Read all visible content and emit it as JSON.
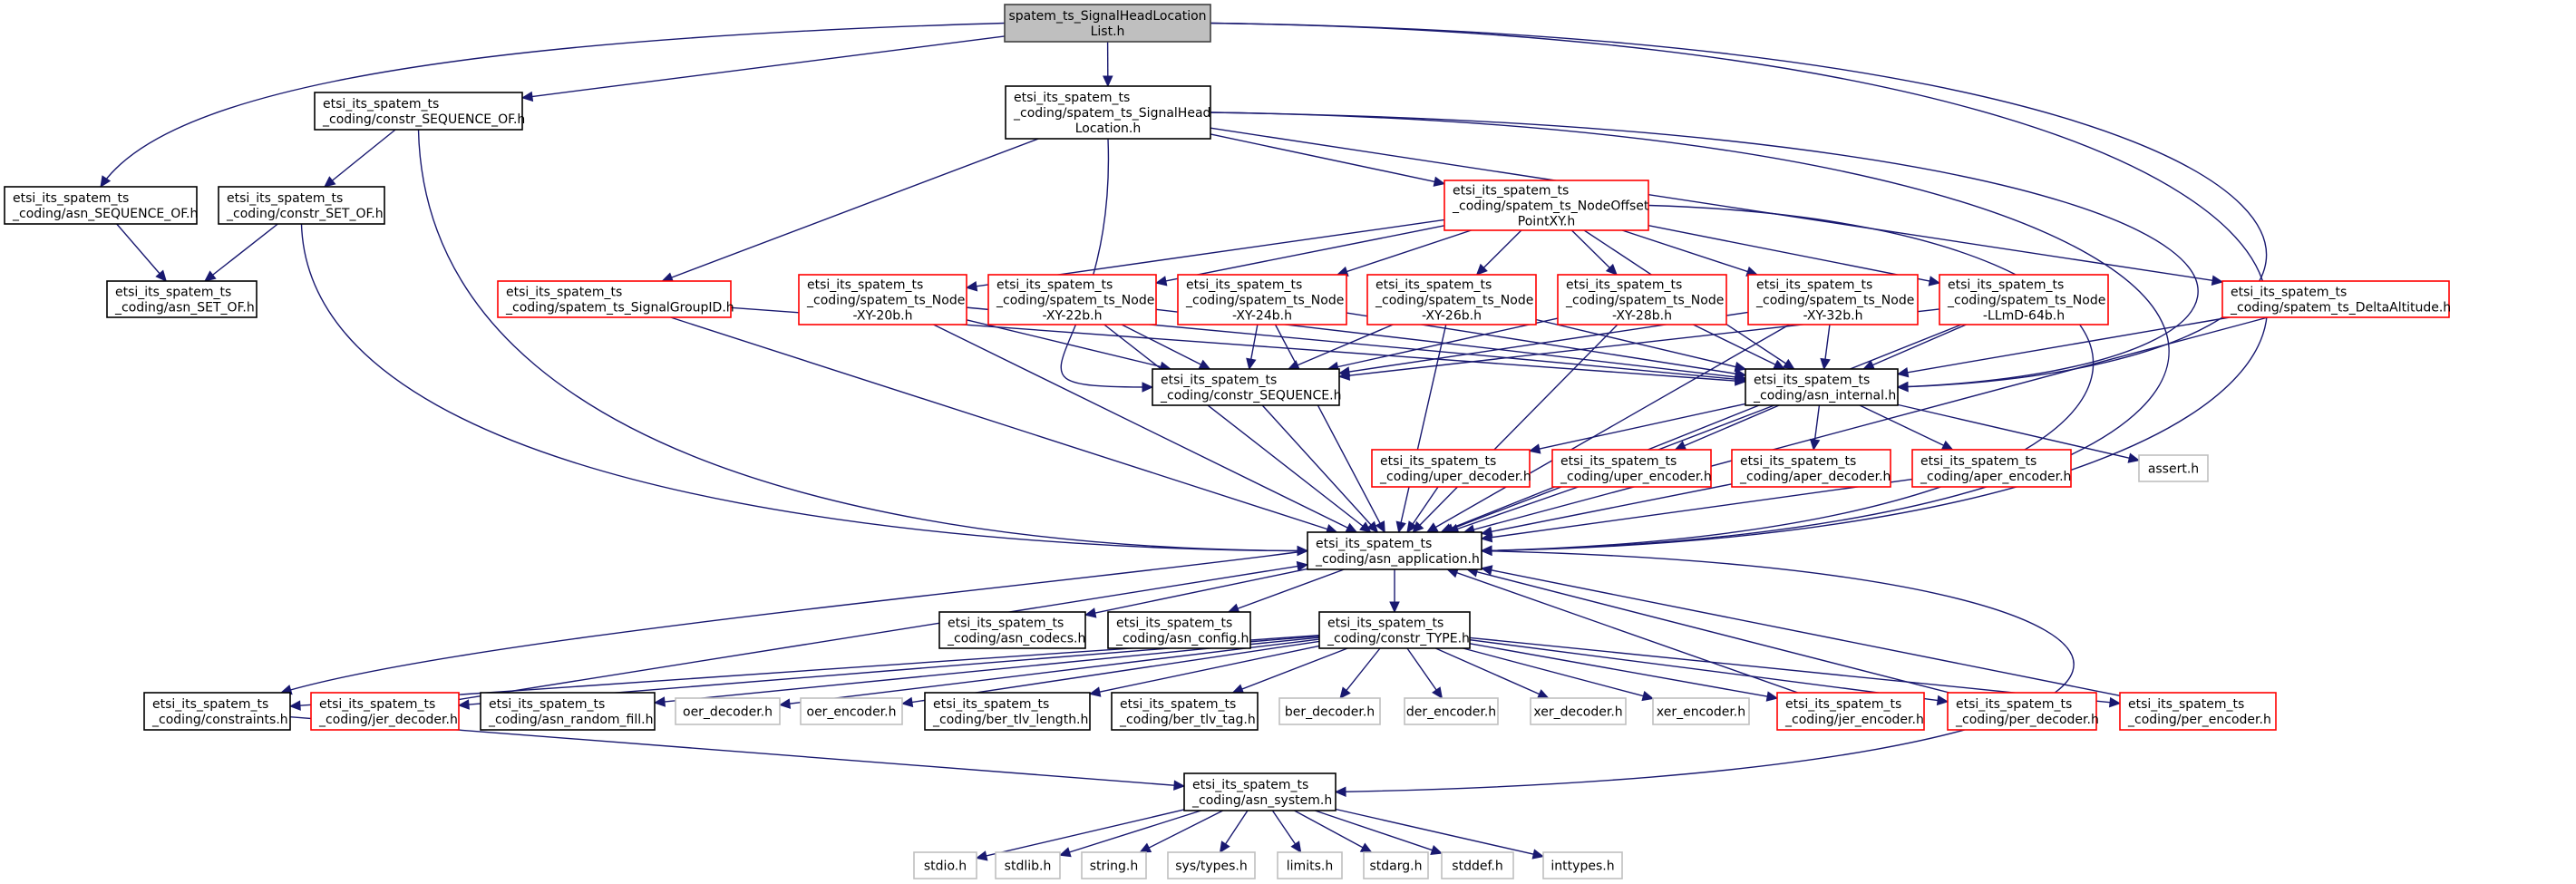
{
  "title": "spatem_ts_SignalHeadLocationList.h include dependency graph",
  "colors": {
    "edge": "#191970",
    "root_fill": "#bfbfbf",
    "documented_border": "#000000",
    "undocumented_border": "#ff0000",
    "external_border": "#bfbfbf"
  },
  "nodes": [
    {
      "id": "root",
      "kind": "root",
      "lines": [
        "spatem_ts_SignalHeadLocation",
        "List.h"
      ],
      "align": "center"
    },
    {
      "id": "signal_head_location",
      "kind": "normal",
      "lines": [
        "etsi_its_spatem_ts",
        "_coding/spatem_ts_SignalHead",
        "Location.h"
      ],
      "align": "mixed"
    },
    {
      "id": "constr_sequence_of",
      "kind": "normal",
      "lines": [
        "etsi_its_spatem_ts",
        "_coding/constr_SEQUENCE_OF.h"
      ]
    },
    {
      "id": "asn_sequence_of",
      "kind": "normal",
      "lines": [
        "etsi_its_spatem_ts",
        "_coding/asn_SEQUENCE_OF.h"
      ]
    },
    {
      "id": "constr_set_of",
      "kind": "normal",
      "lines": [
        "etsi_its_spatem_ts",
        "_coding/constr_SET_OF.h"
      ]
    },
    {
      "id": "asn_set_of",
      "kind": "normal",
      "lines": [
        "etsi_its_spatem_ts",
        "_coding/asn_SET_OF.h"
      ]
    },
    {
      "id": "node_offset_point_xy",
      "kind": "red",
      "lines": [
        "etsi_its_spatem_ts",
        "_coding/spatem_ts_NodeOffset",
        "PointXY.h"
      ],
      "align": "mixed"
    },
    {
      "id": "signal_group_id",
      "kind": "red",
      "lines": [
        "etsi_its_spatem_ts",
        "_coding/spatem_ts_SignalGroupID.h"
      ]
    },
    {
      "id": "node_xy_20b",
      "kind": "red",
      "lines": [
        "etsi_its_spatem_ts",
        "_coding/spatem_ts_Node",
        "-XY-20b.h"
      ],
      "align": "mixed"
    },
    {
      "id": "node_xy_22b",
      "kind": "red",
      "lines": [
        "etsi_its_spatem_ts",
        "_coding/spatem_ts_Node",
        "-XY-22b.h"
      ],
      "align": "mixed"
    },
    {
      "id": "node_xy_24b",
      "kind": "red",
      "lines": [
        "etsi_its_spatem_ts",
        "_coding/spatem_ts_Node",
        "-XY-24b.h"
      ],
      "align": "mixed"
    },
    {
      "id": "node_xy_26b",
      "kind": "red",
      "lines": [
        "etsi_its_spatem_ts",
        "_coding/spatem_ts_Node",
        "-XY-26b.h"
      ],
      "align": "mixed"
    },
    {
      "id": "node_xy_28b",
      "kind": "red",
      "lines": [
        "etsi_its_spatem_ts",
        "_coding/spatem_ts_Node",
        "-XY-28b.h"
      ],
      "align": "mixed"
    },
    {
      "id": "node_xy_32b",
      "kind": "red",
      "lines": [
        "etsi_its_spatem_ts",
        "_coding/spatem_ts_Node",
        "-XY-32b.h"
      ],
      "align": "mixed"
    },
    {
      "id": "node_llmd_64b",
      "kind": "red",
      "lines": [
        "etsi_its_spatem_ts",
        "_coding/spatem_ts_Node",
        "-LLmD-64b.h"
      ],
      "align": "mixed"
    },
    {
      "id": "delta_altitude",
      "kind": "red",
      "lines": [
        "etsi_its_spatem_ts",
        "_coding/spatem_ts_DeltaAltitude.h"
      ]
    },
    {
      "id": "constr_sequence",
      "kind": "normal",
      "lines": [
        "etsi_its_spatem_ts",
        "_coding/constr_SEQUENCE.h"
      ]
    },
    {
      "id": "asn_internal",
      "kind": "normal",
      "lines": [
        "etsi_its_spatem_ts",
        "_coding/asn_internal.h"
      ]
    },
    {
      "id": "uper_decoder",
      "kind": "red",
      "lines": [
        "etsi_its_spatem_ts",
        "_coding/uper_decoder.h"
      ]
    },
    {
      "id": "uper_encoder",
      "kind": "red",
      "lines": [
        "etsi_its_spatem_ts",
        "_coding/uper_encoder.h"
      ]
    },
    {
      "id": "aper_decoder",
      "kind": "red",
      "lines": [
        "etsi_its_spatem_ts",
        "_coding/aper_decoder.h"
      ]
    },
    {
      "id": "aper_encoder",
      "kind": "red",
      "lines": [
        "etsi_its_spatem_ts",
        "_coding/aper_encoder.h"
      ]
    },
    {
      "id": "assert_h",
      "kind": "gray",
      "lines": [
        "assert.h"
      ],
      "align": "center"
    },
    {
      "id": "asn_application",
      "kind": "normal",
      "lines": [
        "etsi_its_spatem_ts",
        "_coding/asn_application.h"
      ]
    },
    {
      "id": "asn_codecs",
      "kind": "normal",
      "lines": [
        "etsi_its_spatem_ts",
        "_coding/asn_codecs.h"
      ]
    },
    {
      "id": "asn_config",
      "kind": "normal",
      "lines": [
        "etsi_its_spatem_ts",
        "_coding/asn_config.h"
      ]
    },
    {
      "id": "constr_type",
      "kind": "normal",
      "lines": [
        "etsi_its_spatem_ts",
        "_coding/constr_TYPE.h"
      ]
    },
    {
      "id": "constraints",
      "kind": "normal",
      "lines": [
        "etsi_its_spatem_ts",
        "_coding/constraints.h"
      ]
    },
    {
      "id": "jer_decoder",
      "kind": "red",
      "lines": [
        "etsi_its_spatem_ts",
        "_coding/jer_decoder.h"
      ]
    },
    {
      "id": "asn_random_fill",
      "kind": "normal",
      "lines": [
        "etsi_its_spatem_ts",
        "_coding/asn_random_fill.h"
      ]
    },
    {
      "id": "oer_decoder",
      "kind": "gray",
      "lines": [
        "oer_decoder.h"
      ],
      "align": "center"
    },
    {
      "id": "oer_encoder",
      "kind": "gray",
      "lines": [
        "oer_encoder.h"
      ],
      "align": "center"
    },
    {
      "id": "ber_tlv_length",
      "kind": "normal",
      "lines": [
        "etsi_its_spatem_ts",
        "_coding/ber_tlv_length.h"
      ]
    },
    {
      "id": "ber_tlv_tag",
      "kind": "normal",
      "lines": [
        "etsi_its_spatem_ts",
        "_coding/ber_tlv_tag.h"
      ]
    },
    {
      "id": "ber_decoder",
      "kind": "gray",
      "lines": [
        "ber_decoder.h"
      ],
      "align": "center"
    },
    {
      "id": "der_encoder",
      "kind": "gray",
      "lines": [
        "der_encoder.h"
      ],
      "align": "center"
    },
    {
      "id": "xer_decoder",
      "kind": "gray",
      "lines": [
        "xer_decoder.h"
      ],
      "align": "center"
    },
    {
      "id": "xer_encoder",
      "kind": "gray",
      "lines": [
        "xer_encoder.h"
      ],
      "align": "center"
    },
    {
      "id": "jer_encoder",
      "kind": "red",
      "lines": [
        "etsi_its_spatem_ts",
        "_coding/jer_encoder.h"
      ]
    },
    {
      "id": "per_decoder",
      "kind": "red",
      "lines": [
        "etsi_its_spatem_ts",
        "_coding/per_decoder.h"
      ]
    },
    {
      "id": "per_encoder",
      "kind": "red",
      "lines": [
        "etsi_its_spatem_ts",
        "_coding/per_encoder.h"
      ]
    },
    {
      "id": "asn_system",
      "kind": "normal",
      "lines": [
        "etsi_its_spatem_ts",
        "_coding/asn_system.h"
      ]
    },
    {
      "id": "stdio_h",
      "kind": "gray",
      "lines": [
        "stdio.h"
      ],
      "align": "center"
    },
    {
      "id": "stdlib_h",
      "kind": "gray",
      "lines": [
        "stdlib.h"
      ],
      "align": "center"
    },
    {
      "id": "string_h",
      "kind": "gray",
      "lines": [
        "string.h"
      ],
      "align": "center"
    },
    {
      "id": "sys_types_h",
      "kind": "gray",
      "lines": [
        "sys/types.h"
      ],
      "align": "center"
    },
    {
      "id": "limits_h",
      "kind": "gray",
      "lines": [
        "limits.h"
      ],
      "align": "center"
    },
    {
      "id": "stdarg_h",
      "kind": "gray",
      "lines": [
        "stdarg.h"
      ],
      "align": "center"
    },
    {
      "id": "stddef_h",
      "kind": "gray",
      "lines": [
        "stddef.h"
      ],
      "align": "center"
    },
    {
      "id": "inttypes_h",
      "kind": "gray",
      "lines": [
        "inttypes.h"
      ],
      "align": "center"
    }
  ],
  "edges": [
    [
      "root",
      "signal_head_location"
    ],
    [
      "root",
      "constr_sequence_of"
    ],
    [
      "root",
      "asn_sequence_of"
    ],
    [
      "root",
      "asn_internal"
    ],
    [
      "root",
      "asn_application"
    ],
    [
      "constr_sequence_of",
      "constr_set_of"
    ],
    [
      "constr_sequence_of",
      "asn_application"
    ],
    [
      "asn_sequence_of",
      "asn_set_of"
    ],
    [
      "constr_set_of",
      "asn_set_of"
    ],
    [
      "constr_set_of",
      "asn_application"
    ],
    [
      "signal_head_location",
      "node_offset_point_xy"
    ],
    [
      "signal_head_location",
      "signal_group_id"
    ],
    [
      "signal_head_location",
      "delta_altitude"
    ],
    [
      "signal_head_location",
      "constr_sequence"
    ],
    [
      "signal_head_location",
      "asn_internal"
    ],
    [
      "signal_head_location",
      "asn_application"
    ],
    [
      "node_offset_point_xy",
      "node_xy_20b"
    ],
    [
      "node_offset_point_xy",
      "node_xy_22b"
    ],
    [
      "node_offset_point_xy",
      "node_xy_24b"
    ],
    [
      "node_offset_point_xy",
      "node_xy_26b"
    ],
    [
      "node_offset_point_xy",
      "node_xy_28b"
    ],
    [
      "node_offset_point_xy",
      "node_xy_32b"
    ],
    [
      "node_offset_point_xy",
      "node_llmd_64b"
    ],
    [
      "node_offset_point_xy",
      "asn_internal"
    ],
    [
      "node_offset_point_xy",
      "asn_application"
    ],
    [
      "signal_group_id",
      "asn_internal"
    ],
    [
      "signal_group_id",
      "asn_application"
    ],
    [
      "node_xy_20b",
      "constr_sequence"
    ],
    [
      "node_xy_20b",
      "asn_internal"
    ],
    [
      "node_xy_20b",
      "asn_application"
    ],
    [
      "node_xy_22b",
      "constr_sequence"
    ],
    [
      "node_xy_22b",
      "asn_internal"
    ],
    [
      "node_xy_22b",
      "asn_application"
    ],
    [
      "node_xy_24b",
      "constr_sequence"
    ],
    [
      "node_xy_24b",
      "asn_internal"
    ],
    [
      "node_xy_24b",
      "asn_application"
    ],
    [
      "node_xy_26b",
      "constr_sequence"
    ],
    [
      "node_xy_26b",
      "asn_internal"
    ],
    [
      "node_xy_26b",
      "asn_application"
    ],
    [
      "node_xy_28b",
      "constr_sequence"
    ],
    [
      "node_xy_28b",
      "asn_internal"
    ],
    [
      "node_xy_28b",
      "asn_application"
    ],
    [
      "node_xy_32b",
      "constr_sequence"
    ],
    [
      "node_xy_32b",
      "asn_internal"
    ],
    [
      "node_xy_32b",
      "asn_application"
    ],
    [
      "node_llmd_64b",
      "constr_sequence"
    ],
    [
      "node_llmd_64b",
      "asn_internal"
    ],
    [
      "node_llmd_64b",
      "asn_application"
    ],
    [
      "delta_altitude",
      "asn_internal"
    ],
    [
      "delta_altitude",
      "asn_application"
    ],
    [
      "constr_sequence",
      "asn_application"
    ],
    [
      "asn_internal",
      "uper_decoder"
    ],
    [
      "asn_internal",
      "uper_encoder"
    ],
    [
      "asn_internal",
      "aper_decoder"
    ],
    [
      "asn_internal",
      "aper_encoder"
    ],
    [
      "asn_internal",
      "assert_h"
    ],
    [
      "asn_internal",
      "asn_application"
    ],
    [
      "uper_decoder",
      "asn_application"
    ],
    [
      "uper_encoder",
      "asn_application"
    ],
    [
      "aper_decoder",
      "asn_application"
    ],
    [
      "aper_encoder",
      "asn_application"
    ],
    [
      "asn_application",
      "asn_codecs"
    ],
    [
      "asn_application",
      "asn_config"
    ],
    [
      "asn_application",
      "constr_type"
    ],
    [
      "asn_application",
      "constraints"
    ],
    [
      "asn_application",
      "asn_system"
    ],
    [
      "constr_type",
      "constraints"
    ],
    [
      "constr_type",
      "jer_decoder"
    ],
    [
      "constr_type",
      "asn_random_fill"
    ],
    [
      "constr_type",
      "oer_decoder"
    ],
    [
      "constr_type",
      "oer_encoder"
    ],
    [
      "constr_type",
      "ber_tlv_length"
    ],
    [
      "constr_type",
      "ber_tlv_tag"
    ],
    [
      "constr_type",
      "ber_decoder"
    ],
    [
      "constr_type",
      "der_encoder"
    ],
    [
      "constr_type",
      "xer_decoder"
    ],
    [
      "constr_type",
      "xer_encoder"
    ],
    [
      "constr_type",
      "jer_encoder"
    ],
    [
      "constr_type",
      "per_decoder"
    ],
    [
      "constr_type",
      "per_encoder"
    ],
    [
      "jer_decoder",
      "asn_application"
    ],
    [
      "jer_encoder",
      "asn_application"
    ],
    [
      "per_decoder",
      "asn_application"
    ],
    [
      "per_encoder",
      "asn_application"
    ],
    [
      "constraints",
      "asn_system"
    ],
    [
      "asn_system",
      "stdio_h"
    ],
    [
      "asn_system",
      "stdlib_h"
    ],
    [
      "asn_system",
      "string_h"
    ],
    [
      "asn_system",
      "sys_types_h"
    ],
    [
      "asn_system",
      "limits_h"
    ],
    [
      "asn_system",
      "stdarg_h"
    ],
    [
      "asn_system",
      "stddef_h"
    ],
    [
      "asn_system",
      "inttypes_h"
    ]
  ]
}
